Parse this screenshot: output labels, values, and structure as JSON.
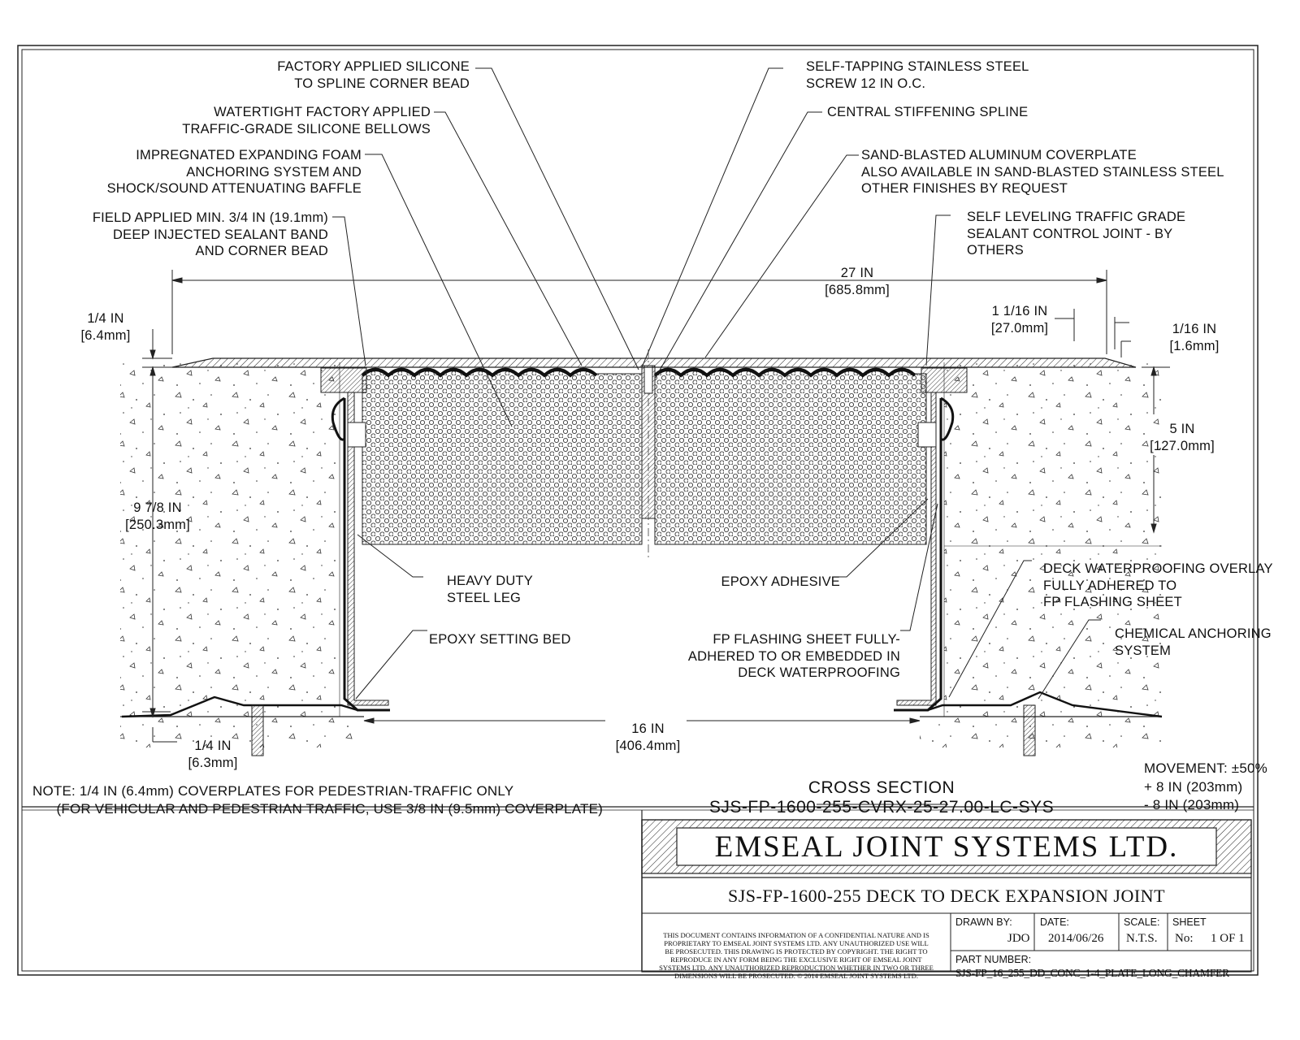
{
  "callouts": {
    "factory_silicone": "FACTORY APPLIED SILICONE\nTO SPLINE CORNER BEAD",
    "bellows": "WATERTIGHT FACTORY APPLIED\nTRAFFIC-GRADE SILICONE BELLOWS",
    "foam": "IMPREGNATED EXPANDING FOAM\nANCHORING SYSTEM AND\nSHOCK/SOUND ATTENUATING BAFFLE",
    "field_sealant": "FIELD APPLIED MIN. 3/4 IN (19.1mm)\nDEEP INJECTED SEALANT BAND\nAND CORNER BEAD",
    "screw": "SELF-TAPPING STAINLESS STEEL\nSCREW 12 IN O.C.",
    "spline": "CENTRAL STIFFENING SPLINE",
    "coverplate": "SAND-BLASTED ALUMINUM COVERPLATE\nALSO AVAILABLE IN SAND-BLASTED STAINLESS STEEL\nOTHER FINISHES BY REQUEST",
    "control_joint": "SELF LEVELING TRAFFIC GRADE\nSEALANT CONTROL JOINT - BY\nOTHERS",
    "steel_leg": "HEAVY DUTY\nSTEEL LEG",
    "epoxy_bed": "EPOXY SETTING BED",
    "epoxy_adhesive": "EPOXY ADHESIVE",
    "fp_sheet": "FP FLASHING SHEET FULLY-\nADHERED TO OR EMBEDDED IN\nDECK WATERPROOFING",
    "deck_overlay": "DECK WATERPROOFING OVERLAY\nFULLY ADHERED TO\nFP FLASHING SHEET",
    "chem_anchor": "CHEMICAL ANCHORING\nSYSTEM"
  },
  "dimensions": {
    "overall_width": "27 IN\n[685.8mm]",
    "plate_thickness": "1/4 IN\n[6.4mm]",
    "edge_1_16": "1 1/16 IN\n[27.0mm]",
    "chamfer_1_16": "1/16 IN\n[1.6mm]",
    "depth_5": "5 IN\n[127.0mm]",
    "depth_9_7_8": "9 7/8 IN\n[250.3mm]",
    "bed_1_4": "1/4 IN\n[6.3mm]",
    "gap_16": "16 IN\n[406.4mm]"
  },
  "movement": "MOVEMENT: ±50%\n+ 8 IN (203mm)\n- 8 IN (203mm)",
  "note": "NOTE: 1/4 IN (6.4mm) COVERPLATES FOR PEDESTRIAN-TRAFFIC ONLY\n      (FOR VEHICULAR AND PEDESTRIAN TRAFFIC, USE 3/8 IN (9.5mm) COVERPLATE)",
  "section": {
    "title": "CROSS SECTION",
    "code": "SJS-FP-1600-255-CVRX-25-27.00-LC-SYS"
  },
  "title_block": {
    "company": "EMSEAL JOINT SYSTEMS LTD.",
    "drawing_title": "SJS-FP-1600-255 DECK TO DECK EXPANSION JOINT",
    "confidential": "THIS DOCUMENT CONTAINS INFORMATION OF A CONFIDENTIAL NATURE AND IS\nPROPRIETARY TO EMSEAL JOINT SYSTEMS LTD. ANY UNAUTHORIZED USE WILL\nBE PROSECUTED. THIS DRAWING IS PROTECTED BY COPYRIGHT. THE RIGHT TO\nREPRODUCE IN ANY FORM BEING THE EXCLUSIVE RIGHT OF EMSEAL JOINT\nSYSTEMS LTD. ANY UNAUTHORIZED REPRODUCTION WHETHER IN TWO OR THREE\nDIMENSIONS WILL BE PROSECUTED. © 2014 EMSEAL JOINT SYSTEMS LTD.",
    "drawn_by_label": "DRAWN BY:",
    "drawn_by": "JDO",
    "date_label": "DATE:",
    "date": "2014/06/26",
    "scale_label": "SCALE:",
    "scale": "N.T.S.",
    "sheet_label": "SHEET",
    "sheet_no_label": "No:",
    "sheet": "1 OF 1",
    "part_label": "PART NUMBER:",
    "part_number": "SJS-FP_16_255_DD_CONC_1-4_PLATE_LONG_CHAMFER"
  }
}
